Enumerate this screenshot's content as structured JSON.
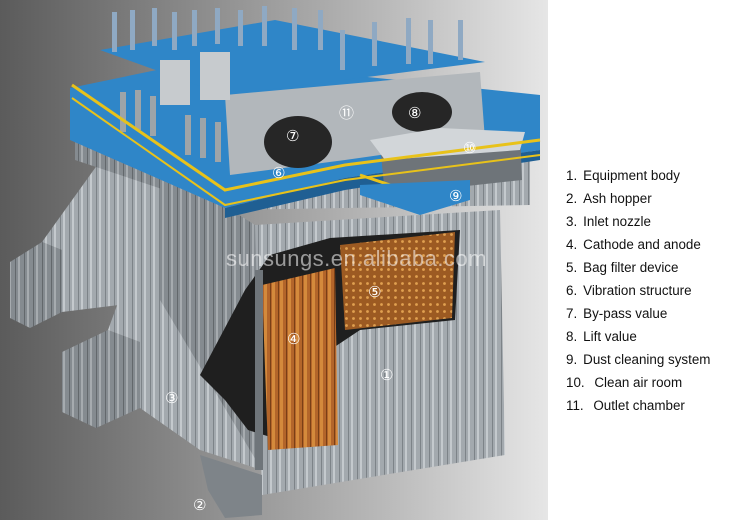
{
  "diagram": {
    "markers": [
      {
        "id": "m1",
        "label": "①"
      },
      {
        "id": "m2",
        "label": "②"
      },
      {
        "id": "m3",
        "label": "③"
      },
      {
        "id": "m4",
        "label": "④"
      },
      {
        "id": "m5",
        "label": "⑤"
      },
      {
        "id": "m6",
        "label": "⑥"
      },
      {
        "id": "m7",
        "label": "⑦"
      },
      {
        "id": "m8",
        "label": "⑧"
      },
      {
        "id": "m9",
        "label": "⑨"
      },
      {
        "id": "m10",
        "label": "⑩"
      },
      {
        "id": "m11",
        "label": "⑪"
      }
    ],
    "watermark": "sunsungs.en.alibaba.com",
    "colors": {
      "background_dark": "#5b5b5b",
      "roof_blue": "#2f86c8",
      "railing_yellow": "#e8c21a",
      "panel_gray": "#9aa0a6",
      "interior_orange": "#c77a2a",
      "cutaway_dark": "#1f1f1f"
    }
  },
  "legend": {
    "items": [
      {
        "num": "1.",
        "text": "Equipment body"
      },
      {
        "num": "2.",
        "text": "Ash hopper"
      },
      {
        "num": "3.",
        "text": "Inlet nozzle"
      },
      {
        "num": "4.",
        "text": "Cathode and anode"
      },
      {
        "num": "5.",
        "text": "Bag filter device"
      },
      {
        "num": "6.",
        "text": "Vibration structure"
      },
      {
        "num": "7.",
        "text": "By-pass value"
      },
      {
        "num": "8.",
        "text": "Lift value"
      },
      {
        "num": "9.",
        "text": "Dust cleaning system"
      },
      {
        "num": "10.",
        "text": " Clean air room"
      },
      {
        "num": "11.",
        "text": " Outlet chamber"
      }
    ]
  }
}
